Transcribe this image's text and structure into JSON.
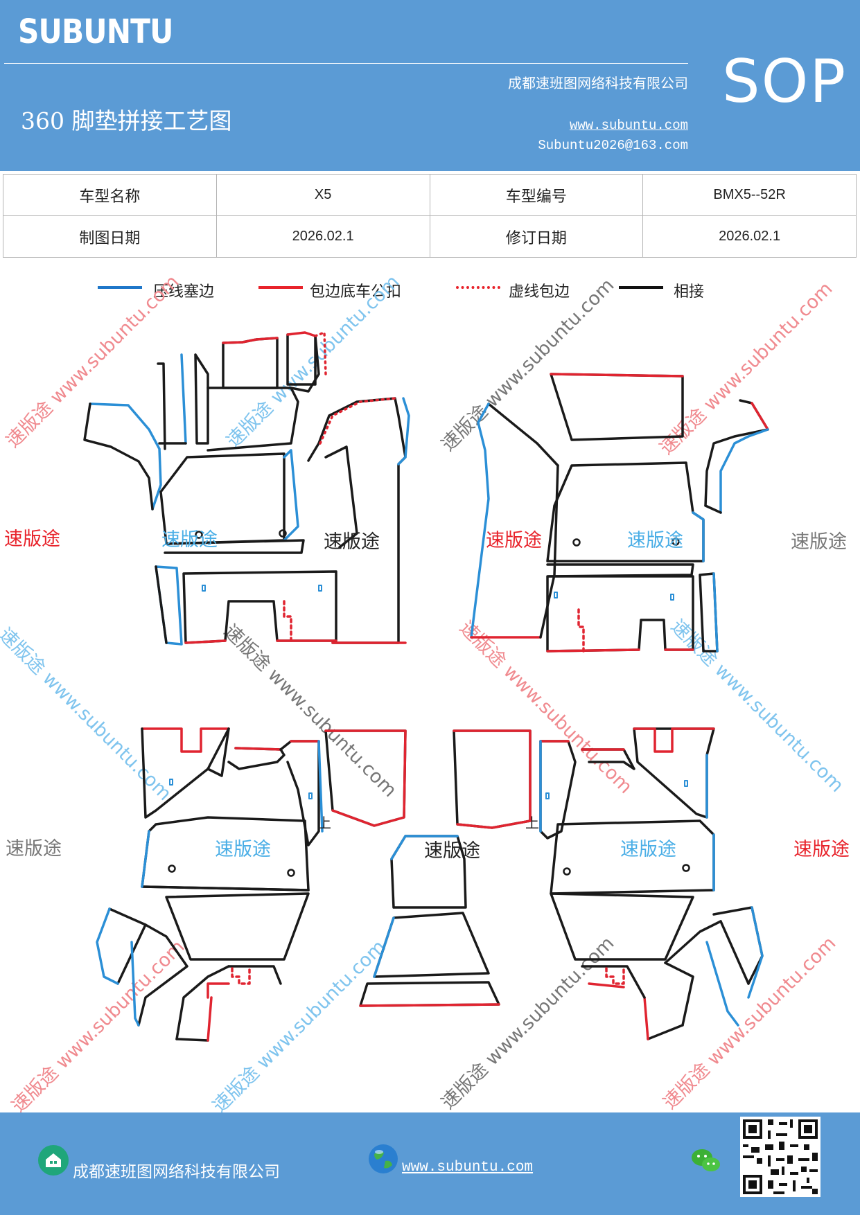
{
  "header": {
    "brand": "SUBUNTU",
    "company": "成都速班图网络科技有限公司",
    "title": "360 脚垫拼接工艺图",
    "website": "www.subuntu.com",
    "email": "Subuntu2026@163.com",
    "badge": "SOP"
  },
  "info_table": {
    "rows": [
      [
        "车型名称",
        "X5",
        "车型编号",
        "BMX5--52R"
      ],
      [
        "制图日期",
        "2026.02.1",
        "修订日期",
        "2026.02.1"
      ]
    ]
  },
  "legend": [
    {
      "label": "压线塞边",
      "color": "#1f77c9",
      "style": "solid"
    },
    {
      "label": "包边底车公扣",
      "color": "#e8232b",
      "style": "solid"
    },
    {
      "label": "虚线包边",
      "color": "#e8232b",
      "style": "dotted"
    },
    {
      "label": "相接",
      "color": "#111111",
      "style": "solid"
    }
  ],
  "watermarks": {
    "brand": "速版途",
    "diagonal": "速版途 www.subuntu.com",
    "up_mark": "上"
  },
  "colors": {
    "header_bg": "#5b9bd5",
    "blue_edge": "#2b8fd6",
    "red_edge": "#e02430",
    "black_edge": "#1a1a1a",
    "wm_red": "#e8232b",
    "wm_blue": "#4aaee6",
    "wm_gray": "#777777"
  },
  "footer": {
    "company": "成都速班图网络科技有限公司",
    "website": "www.subuntu.com",
    "icons": [
      "company-icon",
      "globe-icon",
      "wechat-icon",
      "qr-code"
    ]
  }
}
